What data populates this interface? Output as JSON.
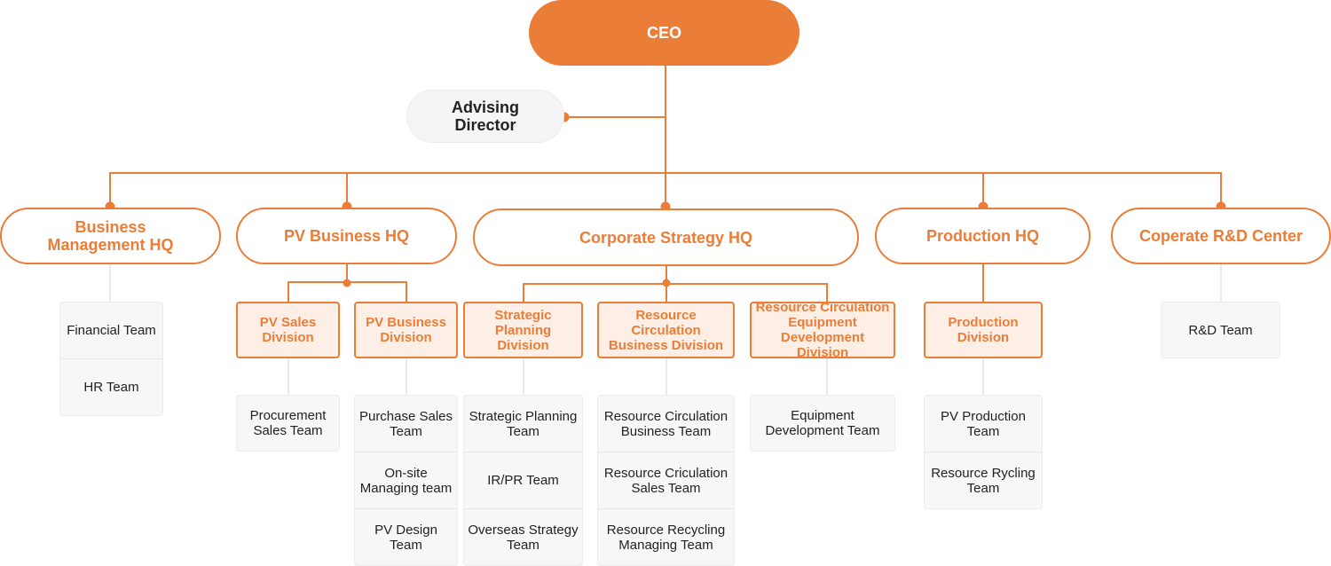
{
  "ceo": "CEO",
  "advisor": "Advising Director",
  "hqs": {
    "business": "Business Management HQ",
    "pv": "PV Business HQ",
    "strategy": "Corporate Strategy HQ",
    "production": "Production HQ",
    "rnd": "Coperate R&D Center"
  },
  "divisions": {
    "pv_sales": "PV Sales Division",
    "pv_business": "PV Business Division",
    "strategic_planning": "Strategic Planning Division",
    "rc_business": "Resource Circulation Business Division",
    "rc_equipment": "Resource Circulation Equipment Development Division",
    "production": "Production Division"
  },
  "teams": {
    "business": [
      "Financial Team",
      "HR Team"
    ],
    "pv_sales": [
      "Procurement Sales Team"
    ],
    "pv_business": [
      "Purchase Sales Team",
      "On-site Managing team",
      "PV Design Team"
    ],
    "strategic_planning": [
      "Strategic Planning Team",
      "IR/PR Team",
      "Overseas Strategy Team"
    ],
    "rc_business": [
      "Resource Circulation Business Team",
      "Resource Criculation Sales Team",
      "Resource Recycling Managing Team"
    ],
    "rc_equipment": [
      "Equipment Development Team"
    ],
    "production": [
      "PV Production Team",
      "Resource Rycling Team"
    ],
    "rnd": [
      "R&D Team"
    ]
  },
  "colors": {
    "accent": "#ea7d37",
    "division_fill": "#fdefe6",
    "team_fill": "#f7f7f7",
    "connector_gray": "#e2e2e2"
  }
}
